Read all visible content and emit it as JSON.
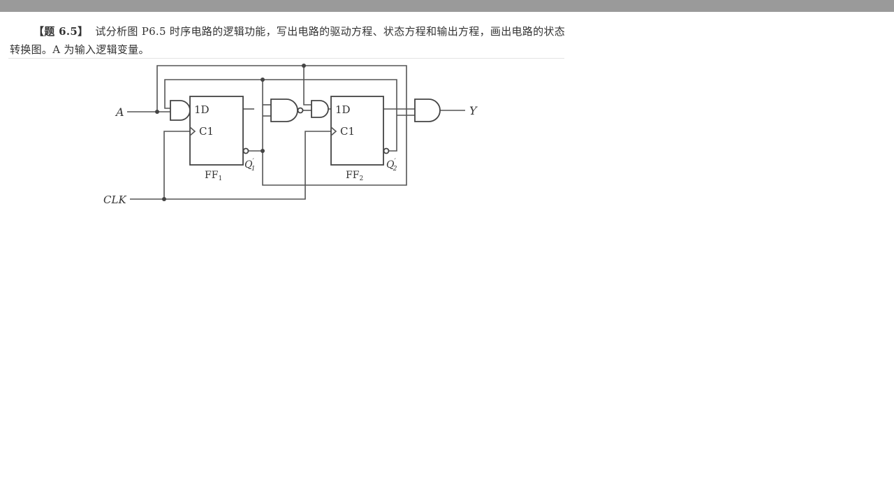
{
  "problem": {
    "number": "【题 6.5】",
    "text": "试分析图 P6.5 时序电路的逻辑功能，写出电路的驱动方程、状态方程和输出方程，画出电路的状态转换图。A 为输入逻辑变量。"
  },
  "diagram": {
    "input_label": "A",
    "clock_label": "CLK",
    "output_label": "Y",
    "ff1": {
      "d_pin": "1D",
      "c_pin": "C1",
      "name": "FF",
      "sub": "1",
      "qbar": "Q",
      "qbar_sub": "1"
    },
    "ff2": {
      "d_pin": "1D",
      "c_pin": "C1",
      "name": "FF",
      "sub": "2",
      "qbar": "Q",
      "qbar_sub": "2"
    },
    "prime": "′"
  }
}
